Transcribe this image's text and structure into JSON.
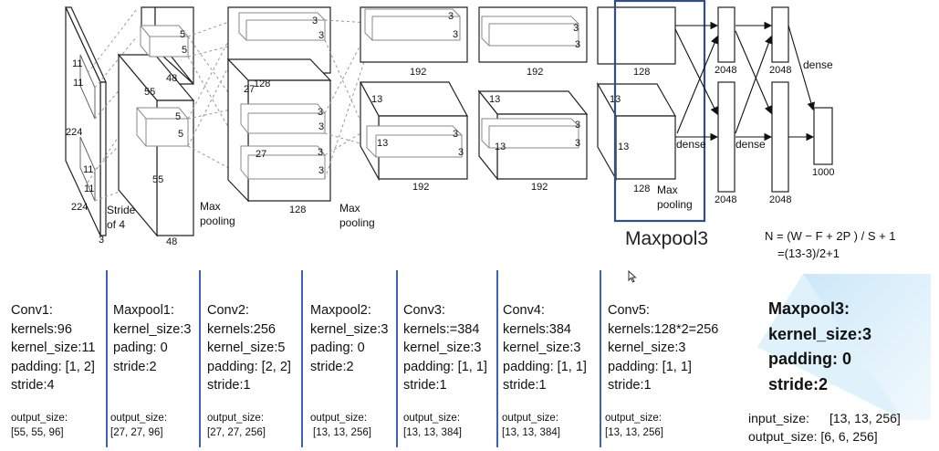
{
  "diagram": {
    "input": {
      "side": "224",
      "depth": "3",
      "kernel": "11",
      "stride_note": [
        "Stride",
        "of 4"
      ]
    },
    "conv1": {
      "side": "55",
      "depth": "48",
      "kernel": "5"
    },
    "pool1": {
      "label": [
        "Max",
        "pooling"
      ]
    },
    "conv2": {
      "side": "27",
      "depth": "128",
      "kernel": "3"
    },
    "pool2": {
      "label": [
        "Max",
        "pooling"
      ]
    },
    "conv3": {
      "side": "13",
      "depth": "192",
      "kernel": "3"
    },
    "conv4": {
      "side": "13",
      "depth": "192",
      "kernel": "3"
    },
    "conv5": {
      "side": "13",
      "depth": "128"
    },
    "pool3": {
      "label": [
        "Max",
        "pooling"
      ]
    },
    "fc": {
      "dense": "dense",
      "units": "2048",
      "output": "1000"
    }
  },
  "maxpool3_title": "Maxpool3",
  "formula": {
    "line1": "N = (W − F + 2P ) / S + 1",
    "line2": "=(13-3)/2+1"
  },
  "layers": [
    {
      "name": "Conv1:",
      "l2": "kernels:96",
      "l3": "kernel_size:11",
      "l4": "padding: [1, 2]",
      "l5": "stride:4",
      "out_label": "output_size:",
      "out_value": "[55, 55, 96]"
    },
    {
      "name": "Maxpool1:",
      "l2": "kernel_size:3",
      "l3": "pading: 0",
      "l4": "stride:2",
      "l5": "",
      "out_label": "output_size:",
      "out_value": "[27, 27, 96]"
    },
    {
      "name": "Conv2:",
      "l2": "kernels:256",
      "l3": "kernel_size:5",
      "l4": "padding: [2, 2]",
      "l5": "stride:1",
      "out_label": "output_size:",
      "out_value": "[27, 27, 256]"
    },
    {
      "name": "Maxpool2:",
      "l2": "kernel_size:3",
      "l3": "pading: 0",
      "l4": "stride:2",
      "l5": "",
      "out_label": "output_size:",
      "out_value": "[13, 13, 256]"
    },
    {
      "name": "Conv3:",
      "l2": "kernels:=384",
      "l3": "kernel_size:3",
      "l4": "padding: [1, 1]",
      "l5": "stride:1",
      "out_label": "output_size:",
      "out_value": "[13, 13, 384]"
    },
    {
      "name": "Conv4:",
      "l2": "kernels:384",
      "l3": "kernel_size:3",
      "l4": "padding: [1, 1]",
      "l5": "stride:1",
      "out_label": "output_size:",
      "out_value": "[13, 13, 384]"
    },
    {
      "name": "Conv5:",
      "l2": "kernels:128*2=256",
      "l3": "kernel_size:3",
      "l4": "padding: [1, 1]",
      "l5": "stride:1",
      "out_label": "output_size:",
      "out_value": "[13, 13, 256]"
    }
  ],
  "maxpool3": {
    "title": "Maxpool3:",
    "kernel_size": "kernel_size:3",
    "padding": "padding: 0",
    "stride": "stride:2",
    "input_label": "input_size:",
    "input_value": "[13, 13, 256]",
    "output_label": "output_size:",
    "output_value": "[6, 6, 256]"
  }
}
